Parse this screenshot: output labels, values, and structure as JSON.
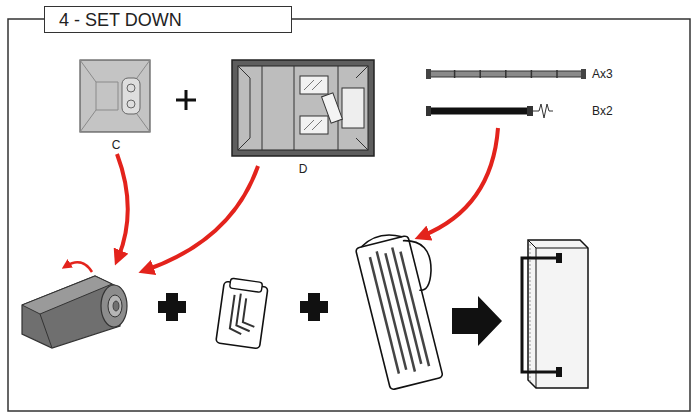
{
  "diagram": {
    "title": "4 - SET DOWN",
    "nodes": [
      {
        "text": [
          "C"
        ]
      },
      {
        "text": [
          "D"
        ]
      },
      {
        "text": [
          "Ax3"
        ]
      },
      {
        "text": [
          "Bx2"
        ]
      }
    ]
  }
}
